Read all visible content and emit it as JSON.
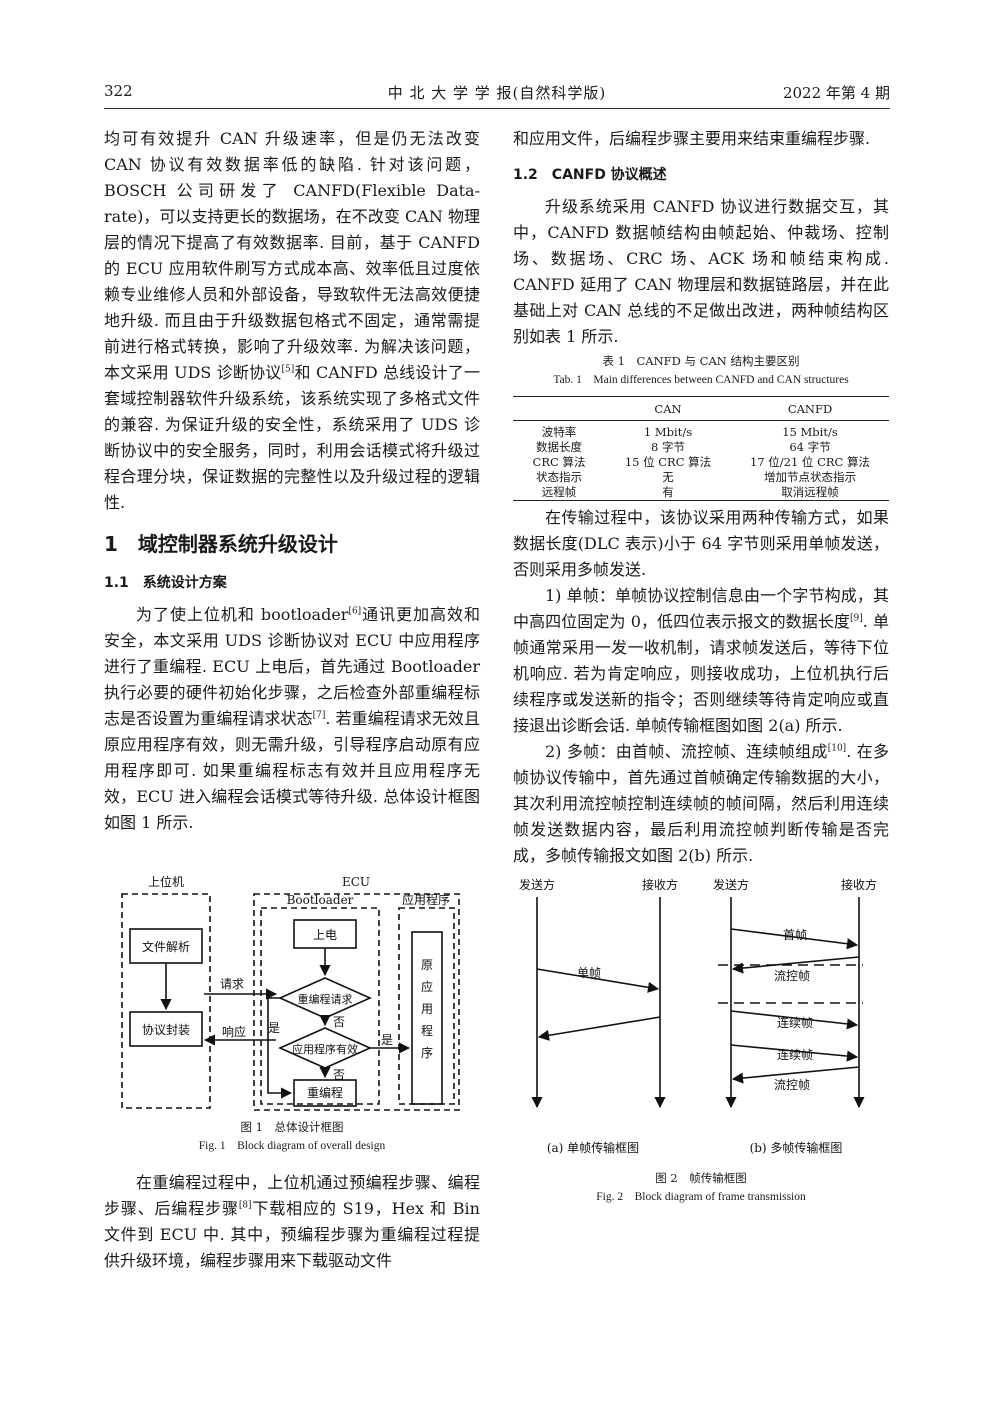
{
  "header": {
    "page_number": "322",
    "journal": "中 北 大 学 学 报(自然科学版)",
    "issue": "2022 年第 4 期"
  },
  "left": {
    "p1": "均可有效提升 CAN 升级速率，但是仍无法改变 CAN 协议有效数据率低的缺陷. 针对该问题，BOSCH 公司研发了 CANFD(Flexible Data-rate)，可以支持更长的数据场，在不改变 CAN 物理层的情况下提高了有效数据率. 目前，基于 CANFD 的 ECU 应用软件刷写方式成本高、效率低且过度依赖专业维修人员和外部设备，导致软件无法高效便捷地升级. 而且由于升级数据包格式不固定，通常需提前进行格式转换，影响了升级效率. 为解决该问题，本文采用 UDS 诊断协议",
    "p1_ref": "[5]",
    "p1_tail": "和 CANFD 总线设计了一套域控制器软件升级系统，该系统实现了多格式文件的兼容. 为保证升级的安全性，系统采用了 UDS 诊断协议中的安全服务，同时，利用会话模式将升级过程合理分块，保证数据的完整性以及升级过程的逻辑性.",
    "sec1": "1　域控制器系统升级设计",
    "sub11": "1.1　系统设计方案",
    "p2a": "为了使上位机和 bootloader",
    "p2_ref1": "[6]",
    "p2b": "通讯更加高效和安全，本文采用 UDS 诊断协议对 ECU 中应用程序进行了重编程. ECU 上电后，首先通过 Bootloader 执行必要的硬件初始化步骤，之后检查外部重编程标志是否设置为重编程请求状态",
    "p2_ref2": "[7]",
    "p2c": ". 若重编程请求无效且原应用程序有效，则无需升级，引导程序启动原有应用程序即可. 如果重编程标志有效并且应用程序无效，ECU 进入编程会话模式等待升级. 总体设计框图如图 1 所示.",
    "fig1_cap_cn": "图 1　总体设计框图",
    "fig1_cap_en": "Fig. 1　Block diagram of overall design",
    "p3a": "在重编程过程中，上位机通过预编程步骤、编程步骤、后编程步骤",
    "p3_ref": "[8]",
    "p3b": "下载相应的 S19，Hex 和 Bin 文件到 ECU 中. 其中，预编程步骤为重编程过程提供升级环境，编程步骤用来下载驱动文件"
  },
  "fig1": {
    "host": "上位机",
    "ecu": "ECU",
    "bootloader": "Bootloader",
    "app": "应用程序",
    "parse": "文件解析",
    "pack": "协议封装",
    "request": "请求",
    "response": "响应",
    "power": "上电",
    "reprog_req": "重编程请求",
    "app_valid": "应用程序有效",
    "reprog": "重编程",
    "orig_app": "原应用程序",
    "yes1": "是",
    "no1": "否",
    "yes2": "是",
    "no2": "否"
  },
  "right": {
    "p1": "和应用文件，后编程步骤主要用来结束重编程步骤.",
    "sub12": "1.2　CANFD 协议概述",
    "p2": "升级系统采用 CANFD 协议进行数据交互，其中，CANFD 数据帧结构由帧起始、仲裁场、控制场、数据场、CRC 场、ACK 场和帧结束构成. CANFD 延用了 CAN 物理层和数据链路层，并在此基础上对 CAN 总线的不足做出改进，两种帧结构区别如表 1 所示.",
    "tab_cap_cn": "表 1　CANFD 与 CAN 结构主要区别",
    "tab_cap_en": "Tab. 1　Main differences between CANFD and CAN structures",
    "p3": "在传输过程中，该协议采用两种传输方式，如果数据长度(DLC 表示)小于 64 字节则采用单帧发送，否则采用多帧发送.",
    "p4a": "1) 单帧：单帧协议控制信息由一个字节构成，其中高四位固定为 0，低四位表示报文的数据长度",
    "p4_ref": "[9]",
    "p4b": ". 单帧通常采用一发一收机制，请求帧发送后，等待下位机响应. 若为肯定响应，则接收成功，上位机执行后续程序或发送新的指令；否则继续等待肯定响应或直接退出诊断会话. 单帧传输框图如图 2(a) 所示.",
    "p5a": "2) 多帧：由首帧、流控帧、连续帧组成",
    "p5_ref": "[10]",
    "p5b": ". 在多帧协议传输中，首先通过首帧确定传输数据的大小，其次利用流控帧控制连续帧的帧间隔，然后利用连续帧发送数据内容，最后利用流控帧判断传输是否完成，多帧传输报文如图 2(b) 所示.",
    "fig2_cap_cn": "图 2　帧传输框图",
    "fig2_cap_en": "Fig. 2　Block diagram of frame transmission"
  },
  "table1": {
    "headers": [
      "",
      "CAN",
      "CANFD"
    ],
    "rows": [
      [
        "波特率",
        "1 Mbit/s",
        "15 Mbit/s"
      ],
      [
        "数据长度",
        "8 字节",
        "64 字节"
      ],
      [
        "CRC 算法",
        "15 位 CRC 算法",
        "17 位/21 位 CRC 算法"
      ],
      [
        "状态指示",
        "无",
        "增加节点状态指示"
      ],
      [
        "远程帧",
        "有",
        "取消远程帧"
      ]
    ]
  },
  "fig2": {
    "sender_a": "发送方",
    "receiver_a": "接收方",
    "single": "单帧",
    "sender_b": "发送方",
    "receiver_b": "接收方",
    "first": "首帧",
    "flow1": "流控帧",
    "cont1": "连续帧",
    "cont2": "连续帧",
    "flow2": "流控帧",
    "sub_a": "(a) 单帧传输框图",
    "sub_b": "(b) 多帧传输框图"
  }
}
